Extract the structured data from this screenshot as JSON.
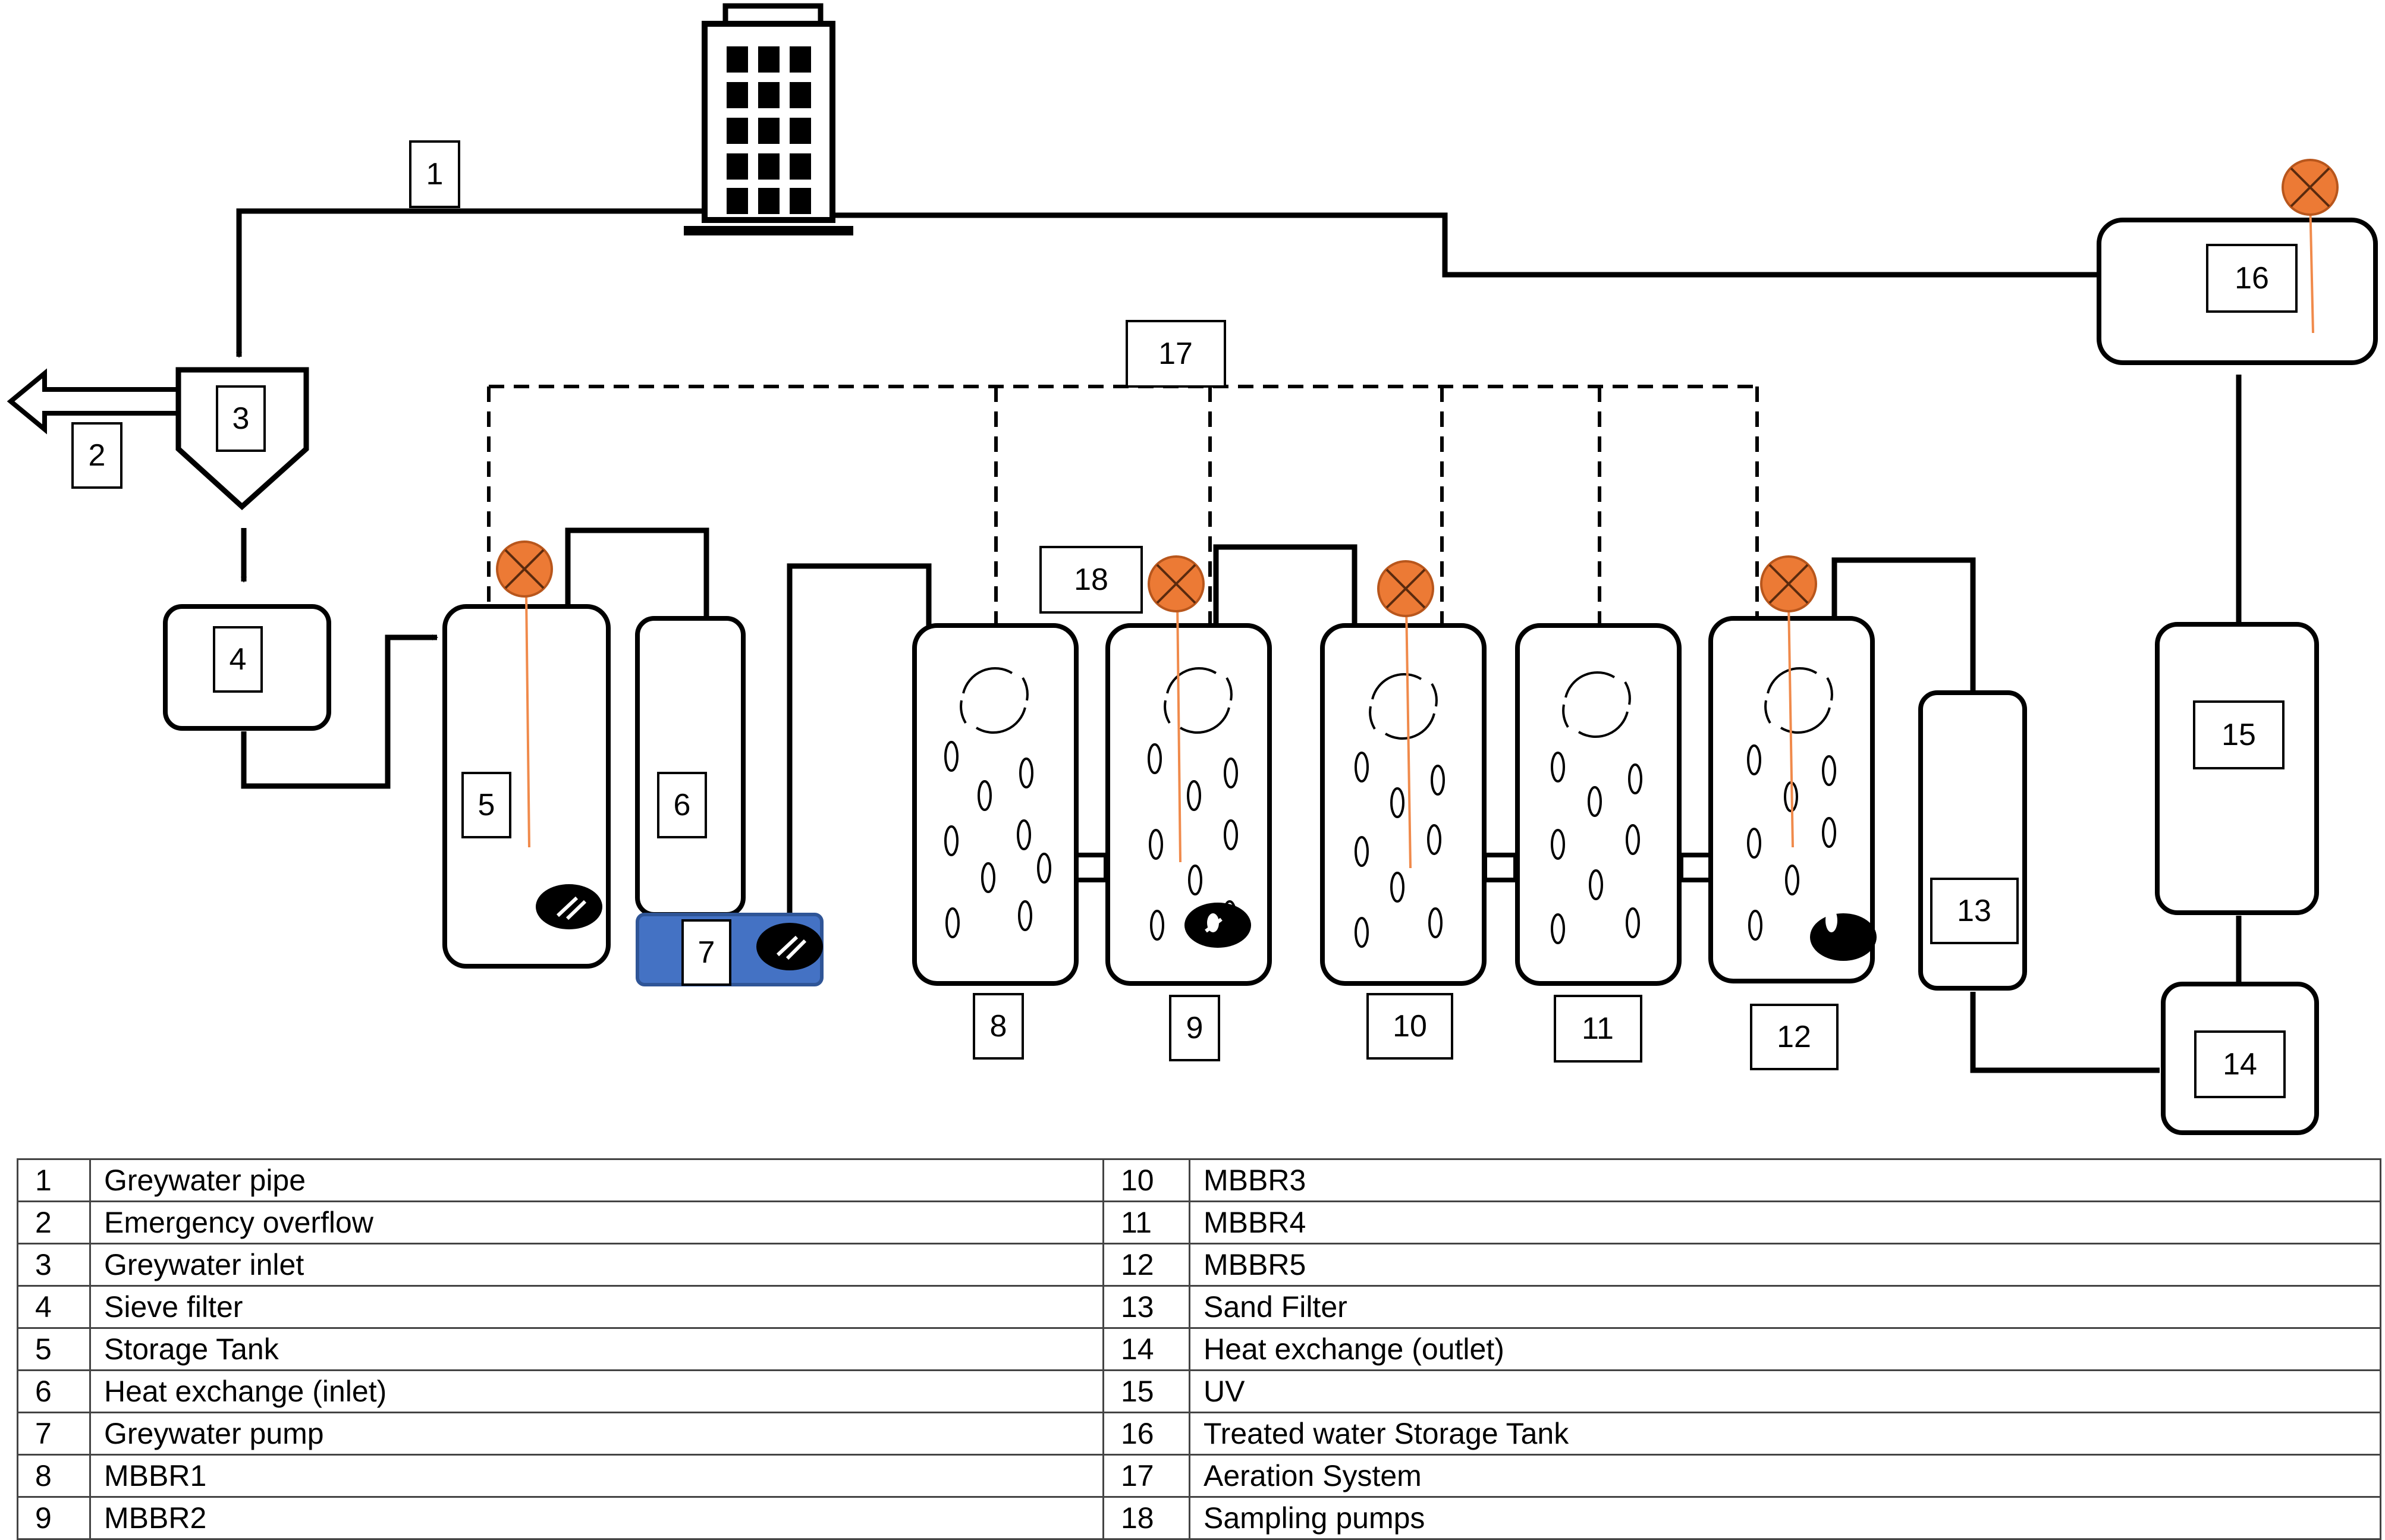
{
  "diagram": {
    "labels": {
      "n1": "1",
      "n2": "2",
      "n3": "3",
      "n4": "4",
      "n5": "5",
      "n6": "6",
      "n7": "7",
      "n8": "8",
      "n9": "9",
      "n10": "10",
      "n11": "11",
      "n12": "12",
      "n13": "13",
      "n14": "14",
      "n15": "15",
      "n16": "16",
      "n17": "17",
      "n18": "18"
    }
  },
  "colors": {
    "valve": "#ec7a35",
    "pump_base": "#4472c4",
    "probe": "#f08a4b"
  },
  "legend": {
    "left": [
      {
        "num": "1",
        "text": "Greywater pipe"
      },
      {
        "num": "2",
        "text": "Emergency overflow"
      },
      {
        "num": "3",
        "text": "Greywater inlet"
      },
      {
        "num": "4",
        "text": "Sieve filter"
      },
      {
        "num": "5",
        "text": "Storage Tank"
      },
      {
        "num": "6",
        "text": "Heat exchange (inlet)"
      },
      {
        "num": "7",
        "text": "Greywater pump"
      },
      {
        "num": "8",
        "text": "MBBR1"
      },
      {
        "num": "9",
        "text": "MBBR2"
      }
    ],
    "right": [
      {
        "num": "10",
        "text": "MBBR3"
      },
      {
        "num": "11",
        "text": "MBBR4"
      },
      {
        "num": "12",
        "text": "MBBR5"
      },
      {
        "num": "13",
        "text": "Sand Filter"
      },
      {
        "num": "14",
        "text": "Heat exchange (outlet)"
      },
      {
        "num": "15",
        "text": "UV"
      },
      {
        "num": "16",
        "text": "Treated water Storage Tank"
      },
      {
        "num": "17",
        "text": "Aeration System"
      },
      {
        "num": "18",
        "text": "Sampling pumps"
      }
    ]
  }
}
